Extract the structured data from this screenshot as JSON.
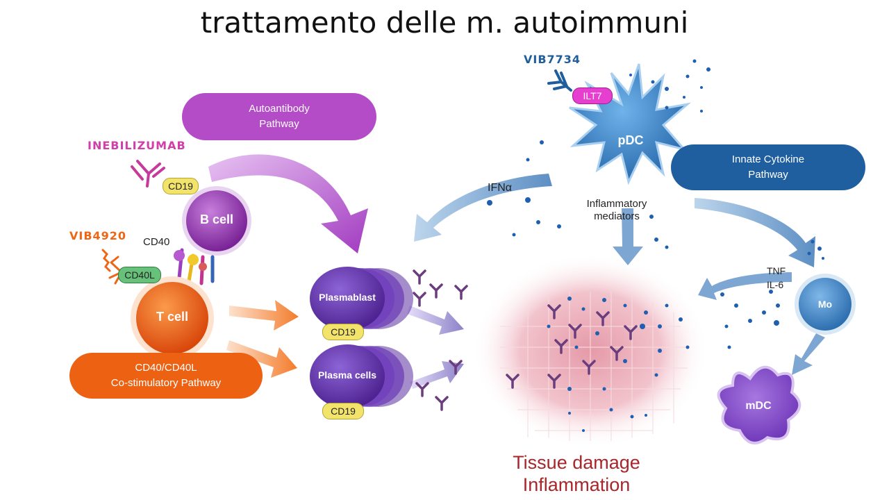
{
  "title": "trattamento delle m. autoimmuni",
  "pathways": {
    "autoantibody": [
      "Autoantibody",
      "Pathway"
    ],
    "costimulatory": [
      "CD40/CD40L",
      "Co-stimulatory Pathway"
    ],
    "innate_cytokine": [
      "Innate Cytokine",
      "Pathway"
    ]
  },
  "drugs": {
    "inebilizumab": "INEBILIZUMAB",
    "vib4920": "VIB4920",
    "vib7734": "VIB7734"
  },
  "cells": {
    "b_cell": "B cell",
    "t_cell": "T cell",
    "plasmablast": "Plasmablast",
    "plasma_cells": "Plasma cells",
    "pdc": "pDC",
    "mo": "Mo",
    "mdc": "mDC"
  },
  "markers": {
    "cd19_bcell": "CD19",
    "cd19_plasmablast": "CD19",
    "cd19_plasma": "CD19",
    "cd40": "CD40",
    "cd40l": "CD40L",
    "ilt7": "ILT7"
  },
  "labels": {
    "ifna": "IFNα",
    "inflammatory_mediators": [
      "Inflammatory",
      "mediators"
    ],
    "tnf": "TNF",
    "il6": "IL-6"
  },
  "outcome": [
    "Tissue damage",
    "Inflammation"
  ],
  "colors": {
    "autoantibody_pathway": "#b34cc6",
    "costimulatory_pathway": "#ec6112",
    "innate_pathway": "#1f5f9f",
    "b_cell": "#8a2fa5",
    "t_cell": "#e8560f",
    "plasma": "#5a2a9e",
    "pdc": "#3a85c7",
    "outcome_text": "#a8262c"
  }
}
